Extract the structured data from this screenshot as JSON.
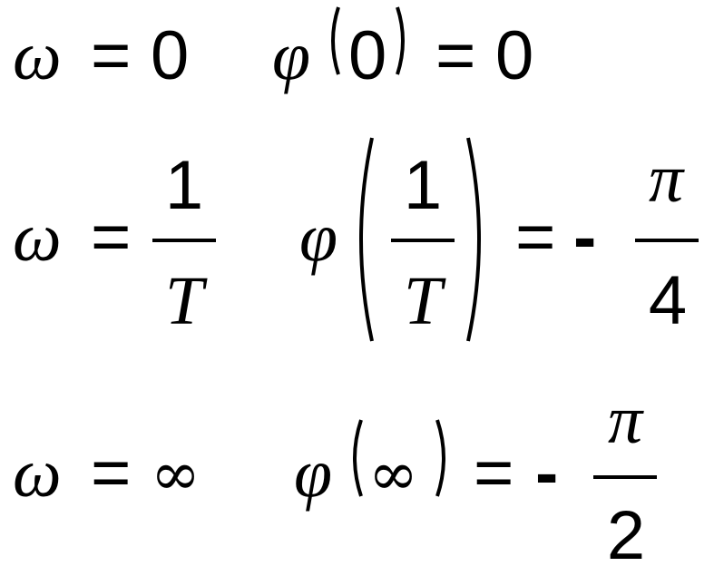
{
  "rows": [
    {
      "omega": "ω",
      "equals1": "=",
      "freq_value": "0",
      "phi": "φ",
      "arg": "0",
      "equals2": "=",
      "phase_value": "0"
    },
    {
      "omega": "ω",
      "equals1": "=",
      "freq_num": "1",
      "freq_den": "T",
      "phi": "φ",
      "arg_num": "1",
      "arg_den": "T",
      "equals2": "=",
      "sign": "-",
      "phase_num": "π",
      "phase_den": "4"
    },
    {
      "omega": "ω",
      "equals1": "=",
      "freq_value": "∞",
      "phi": "φ",
      "arg": "∞",
      "equals2": "=",
      "sign": "-",
      "phase_num": "π",
      "phase_den": "2"
    }
  ]
}
